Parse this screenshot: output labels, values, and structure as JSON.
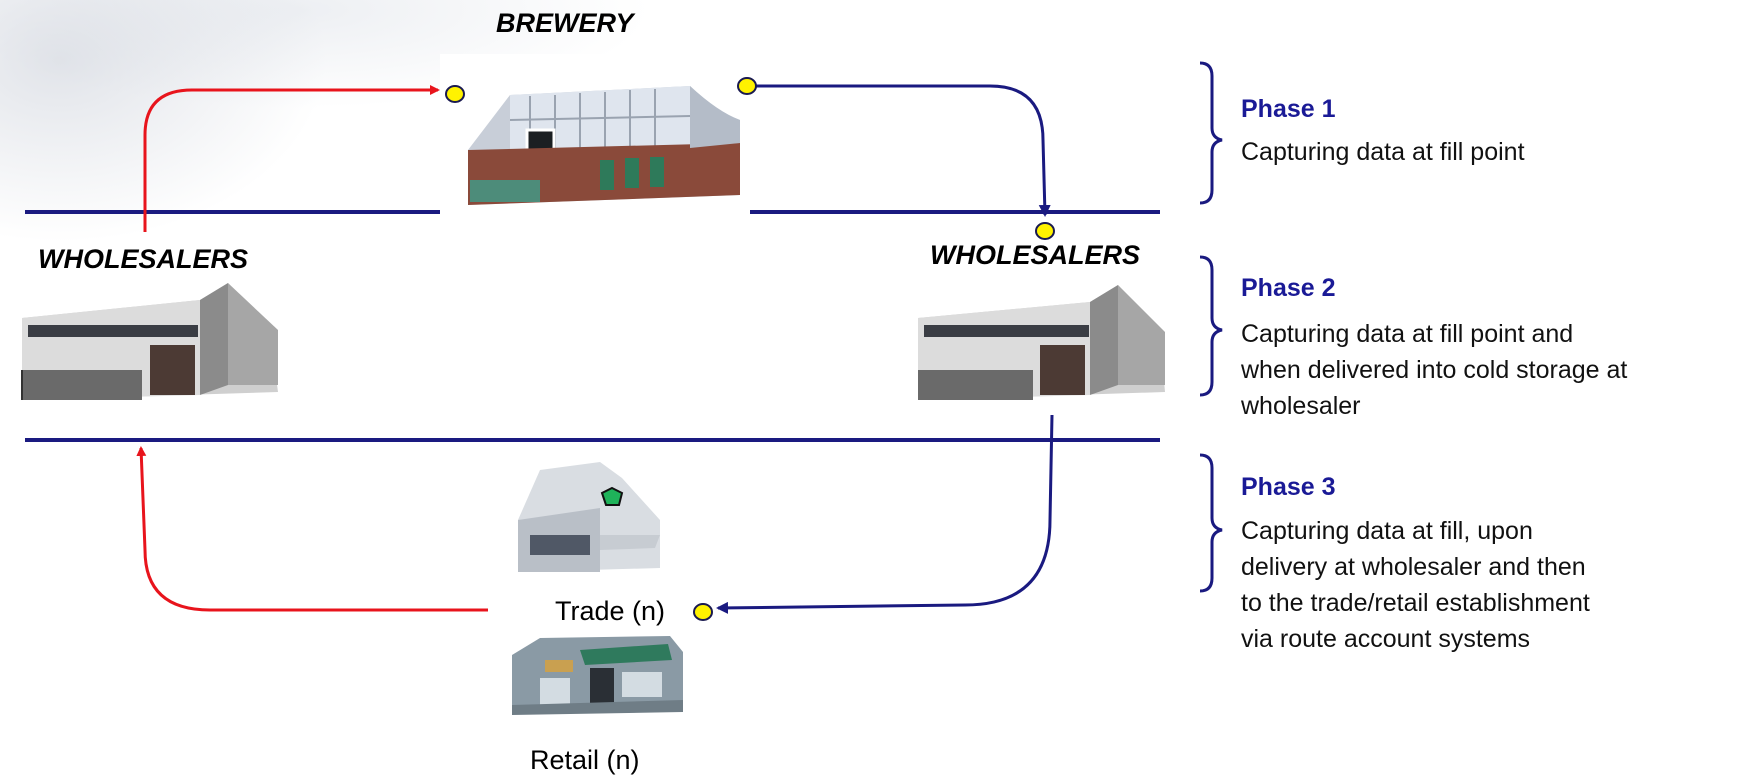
{
  "labels": {
    "brewery": "BREWERY",
    "wholesalers_left": "WHOLESALERS",
    "wholesalers_right": "WHOLESALERS",
    "trade": "Trade (n)",
    "retail": "Retail (n)"
  },
  "phases": [
    {
      "title": "Phase 1",
      "lines": [
        "Capturing data at fill point"
      ]
    },
    {
      "title": "Phase 2",
      "lines": [
        "Capturing data at fill point and",
        "when delivered into cold storage at",
        "wholesaler"
      ]
    },
    {
      "title": "Phase 3",
      "lines": [
        "Capturing data at fill, upon",
        "delivery at wholesaler and then",
        "to the trade/retail establishment",
        "via route account systems"
      ]
    }
  ],
  "colors": {
    "divider": "#1a1a80",
    "return_arrow": "#e8141c",
    "delivery_arrow": "#1a1a80",
    "marker_fill": "#fff200",
    "marker_stroke": "#1a1a50",
    "phase_title": "#1a1a96"
  },
  "icons": [
    "brewery-building",
    "wholesaler-building",
    "trade-pub-building",
    "retail-shop-building",
    "capture-point-marker"
  ]
}
